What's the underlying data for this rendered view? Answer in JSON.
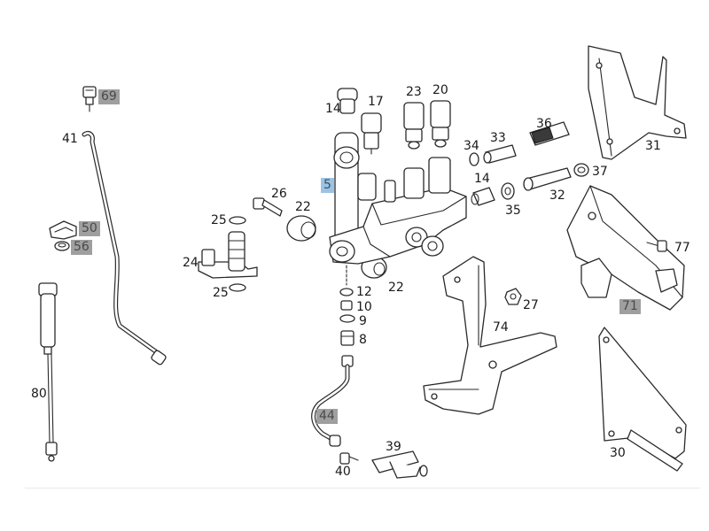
{
  "diagram": {
    "labels": {
      "p5": "5",
      "p8": "8",
      "p9": "9",
      "p10": "10",
      "p12": "12",
      "p14a": "14",
      "p14b": "14",
      "p17": "17",
      "p20": "20",
      "p22a": "22",
      "p22b": "22",
      "p23": "23",
      "p24": "24",
      "p25a": "25",
      "p25b": "25",
      "p26": "26",
      "p27": "27",
      "p30": "30",
      "p31": "31",
      "p32": "32",
      "p33": "33",
      "p34": "34",
      "p35": "35",
      "p36": "36",
      "p37": "37",
      "p39": "39",
      "p40": "40",
      "p41": "41",
      "p44": "44",
      "p50": "50",
      "p56": "56",
      "p69": "69",
      "p71": "71",
      "p74": "74",
      "p77": "77",
      "p80": "80"
    },
    "highlight_colors": {
      "grey": "#9f9f9f",
      "blue": "#9cc3e4"
    }
  }
}
